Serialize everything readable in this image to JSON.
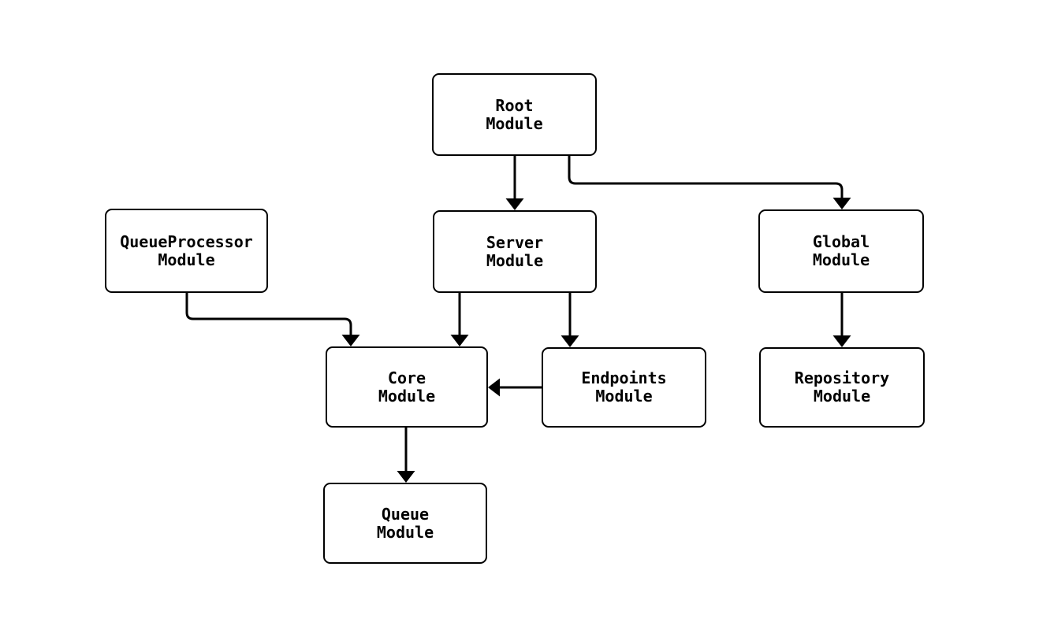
{
  "diagram": {
    "type": "module-dependency-graph",
    "background_color": "#ffffff",
    "stroke_color": "#000000",
    "node_fill_color": "#ffffff",
    "nodes": [
      {
        "id": "root",
        "label": "Root\nModule"
      },
      {
        "id": "server",
        "label": "Server\nModule"
      },
      {
        "id": "global",
        "label": "Global\nModule"
      },
      {
        "id": "queueprocessor",
        "label": "QueueProcessor\nModule"
      },
      {
        "id": "core",
        "label": "Core\nModule"
      },
      {
        "id": "endpoints",
        "label": "Endpoints\nModule"
      },
      {
        "id": "repository",
        "label": "Repository\nModule"
      },
      {
        "id": "queue",
        "label": "Queue\nModule"
      }
    ],
    "edges": [
      {
        "from": "Root Module",
        "to": "Server Module"
      },
      {
        "from": "Root Module",
        "to": "Global Module"
      },
      {
        "from": "QueueProcessor Module",
        "to": "Core Module"
      },
      {
        "from": "Server Module",
        "to": "Core Module"
      },
      {
        "from": "Server Module",
        "to": "Endpoints Module"
      },
      {
        "from": "Endpoints Module",
        "to": "Core Module"
      },
      {
        "from": "Global Module",
        "to": "Repository Module"
      },
      {
        "from": "Core Module",
        "to": "Queue Module"
      }
    ]
  }
}
